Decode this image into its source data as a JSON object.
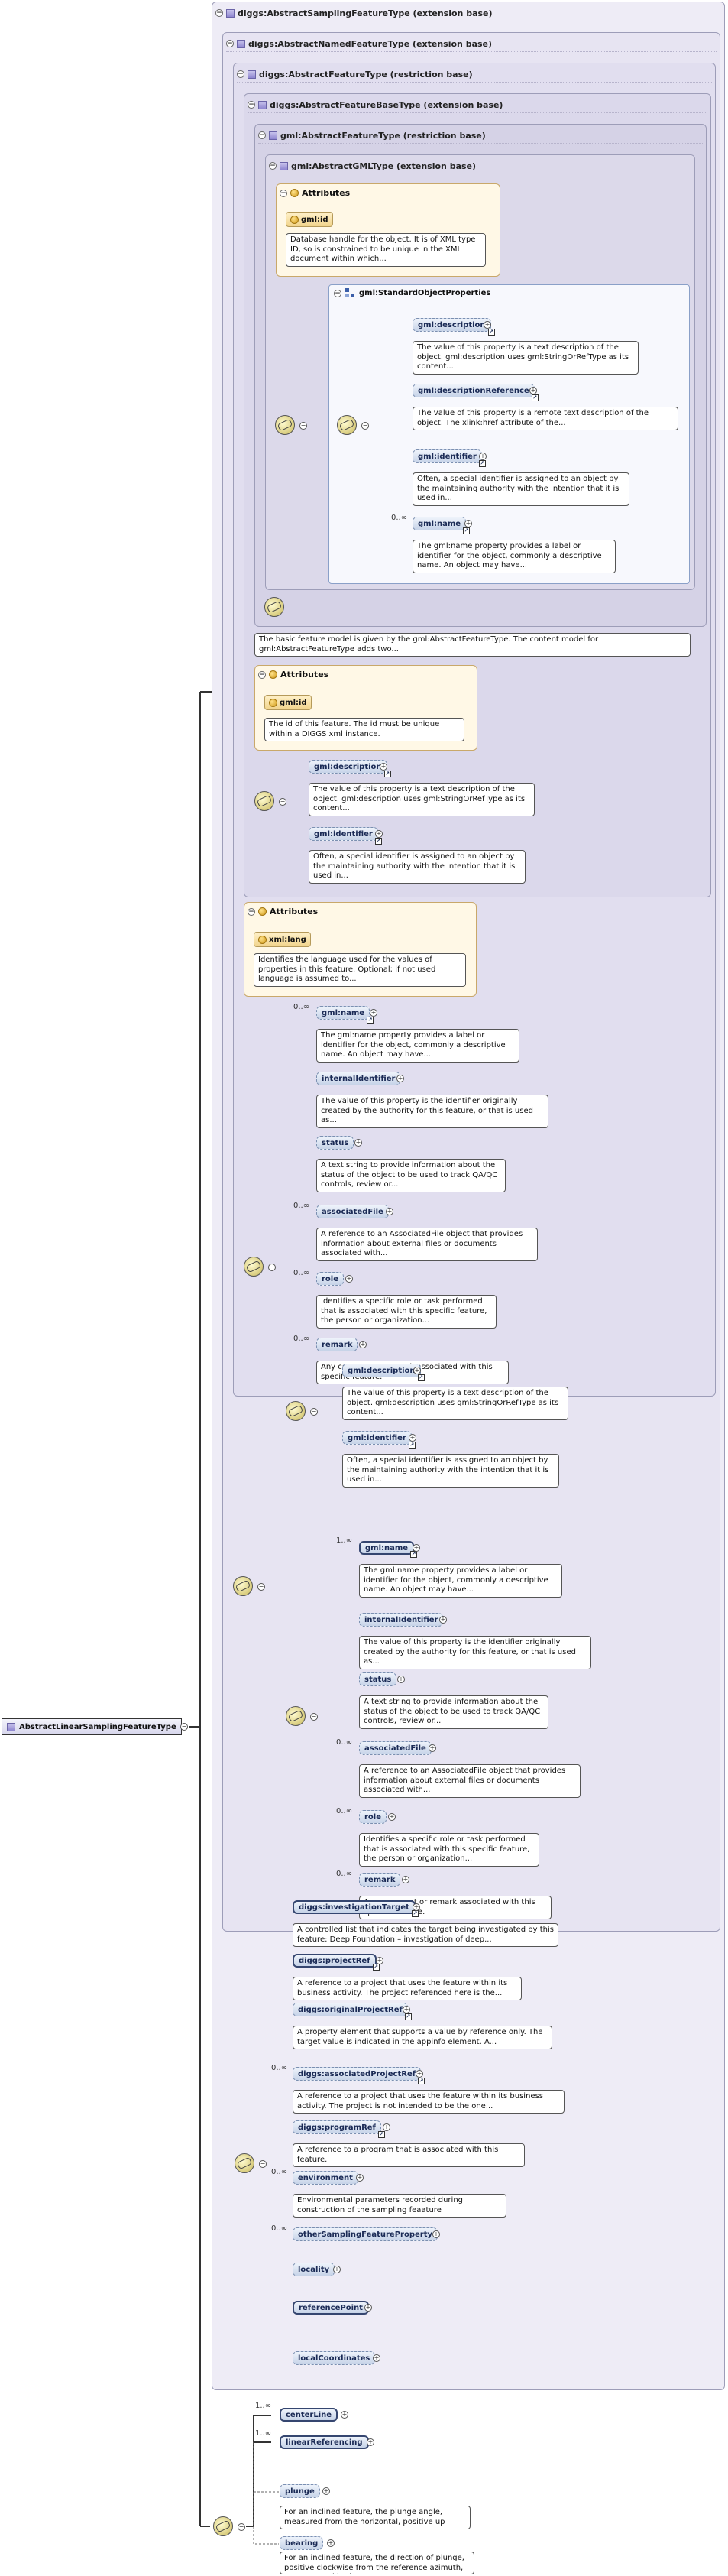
{
  "ext": {
    "sampling": "diggs:AbstractSamplingFeatureType (extension base)",
    "named": "diggs:AbstractNamedFeatureType (extension base)",
    "feature": "diggs:AbstractFeatureType (restriction base)",
    "featureBase": "diggs:AbstractFeatureBaseType (extension base)",
    "gmlFeature": "gml:AbstractFeatureType (restriction base)",
    "gmlObject": "gml:AbstractGMLType (extension base)"
  },
  "attributes_label": "Attributes",
  "group_label": "gml:StandardObjectProperties",
  "gmlType": {
    "id": "gml:id",
    "id_desc": "Database handle for the object. It is of XML type ID, so is constrained to be unique in the XML document within which...",
    "description": "gml:description",
    "description_desc": "The value of this property is a text description of the object. gml:description uses gml:StringOrRefType as its content...",
    "descriptionReference": "gml:descriptionReference",
    "descriptionReference_desc": "The value of this property is a remote text description of the object. The xlink:href attribute of the...",
    "identifier": "gml:identifier",
    "identifier_desc": "Often, a special identifier is assigned to an object by the maintaining authority with the intention that it is used in...",
    "name_card": "0..∞",
    "name": "gml:name",
    "name_desc": "The gml:name property provides a label or identifier for the object, commonly a descriptive name. An object may have..."
  },
  "gmlFeature_desc": "The basic feature model is given by the gml:AbstractFeatureType. The content model for gml:AbstractFeatureType adds two...",
  "featureBase": {
    "id": "gml:id",
    "id_desc": "The id of this feature. The id must be unique within a DIGGS xml instance.",
    "description": "gml:description",
    "description_desc": "The value of this property is a text description of the object. gml:description uses gml:StringOrRefType as its content...",
    "identifier": "gml:identifier",
    "identifier_desc": "Often, a special identifier is assigned to an object by the maintaining authority with the intention that it is used in..."
  },
  "feature": {
    "lang": "xml:lang",
    "lang_desc": "Identifies the language used for the values of properties in this feature. Optional; if not used language is assumed to...",
    "name_card": "0..∞",
    "name": "gml:name",
    "name_desc": "The gml:name property provides a label or identifier for the object, commonly a descriptive name. An object may have...",
    "internalIdentifier": "internalIdentifier",
    "internalIdentifier_desc": "The value of this property is the identifier originally created by the authority for this feature, or that is used as...",
    "status": "status",
    "status_desc": "A text string to provide information about the status of the object to be used to track QA/QC controls, review or...",
    "associatedFile_card": "0..∞",
    "associatedFile": "associatedFile",
    "associatedFile_desc": "A reference to an AssociatedFile object that provides information about external files or documents associated with...",
    "role_card": "0..∞",
    "role": "role",
    "role_desc": "Identifies a specific role or task performed that is associated with this specific feature, the person or organization...",
    "remark_card": "0..∞",
    "remark": "remark",
    "remark_desc": "Any comment or remark associated with this specific feature."
  },
  "named": {
    "description": "gml:description",
    "description_desc": "The value of this property is a text description of the object. gml:description uses gml:StringOrRefType as its content...",
    "identifier": "gml:identifier",
    "identifier_desc": "Often, a special identifier is assigned to an object by the maintaining authority with the intention that it is used in...",
    "name_card": "1..∞",
    "name": "gml:name",
    "name_desc": "The gml:name property provides a label or identifier for the object, commonly a descriptive name. An object may have...",
    "internalIdentifier": "internalIdentifier",
    "internalIdentifier_desc": "The value of this property is the identifier originally created by the authority for this feature, or that is used as...",
    "status": "status",
    "status_desc": "A text string to provide information about the status of the object to be used to track QA/QC controls, review or...",
    "associatedFile_card": "0..∞",
    "associatedFile": "associatedFile",
    "associatedFile_desc": "A reference to an AssociatedFile object that provides information about external files or documents associated with...",
    "role_card": "0..∞",
    "role": "role",
    "role_desc": "Identifies a specific role or task performed that is associated with this specific feature, the person or organization...",
    "remark_card": "0..∞",
    "remark": "remark",
    "remark_desc": "Any comment or remark associated with this specific feature."
  },
  "sampling": {
    "investigationTarget": "diggs:investigationTarget",
    "investigationTarget_desc": "A controlled list that indicates the target being investigated by this feature: Deep Foundation – investigation of deep...",
    "projectRef": "diggs:projectRef",
    "projectRef_desc": "A reference to a project that uses the feature within its business activity. The project referenced here is the...",
    "originalProjectRef": "diggs:originalProjectRef",
    "originalProjectRef_desc": "A property element that supports a value by reference only. The target value is indicated in the appinfo element. A...",
    "associatedProjectRef_card": "0..∞",
    "associatedProjectRef": "diggs:associatedProjectRef",
    "associatedProjectRef_desc": "A reference to a project that uses the feature within its business activity. The project is not intended to be the one...",
    "programRef": "diggs:programRef",
    "programRef_desc": "A reference to a program that is associated with this feature.",
    "environment_card": "0..∞",
    "environment": "environment",
    "environment_desc": "Environmental parameters recorded during construction of the sampling feaature",
    "otherSamplingFeatureProperty_card": "0..∞",
    "otherSamplingFeatureProperty": "otherSamplingFeatureProperty",
    "locality": "locality",
    "referencePoint": "referencePoint",
    "localCoordinates": "localCoordinates"
  },
  "linear": {
    "root": "AbstractLinearSamplingFeatureType",
    "centerLine_card": "1..∞",
    "centerLine": "centerLine",
    "linearReferencing_card": "1..∞",
    "linearReferencing": "linearReferencing",
    "plunge": "plunge",
    "plunge_desc": "For an inclined feature, the plunge angle, measured from the horizontal, positive up",
    "bearing": "bearing",
    "bearing_desc": "For an inclined feature, the direction of plunge, positive clockwise from the reference azimuth, as expressed in the..."
  }
}
